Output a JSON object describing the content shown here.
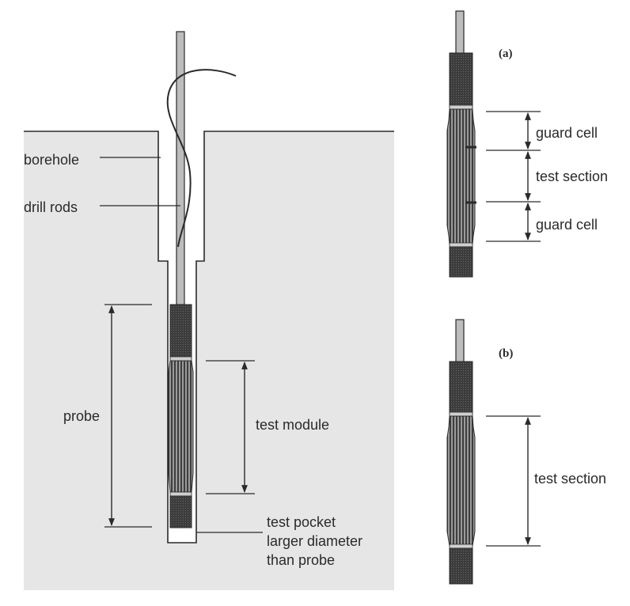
{
  "main_figure": {
    "labels": {
      "borehole": "borehole",
      "drill_rods": "drill rods",
      "probe": "probe",
      "test_module": "test module",
      "test_pocket_line1": "test pocket",
      "test_pocket_line2": "larger diameter",
      "test_pocket_line3": "than probe"
    }
  },
  "probe_a": {
    "tag": "(a)",
    "labels": {
      "guard_cell_top": "guard cell",
      "test_section": "test section",
      "guard_cell_bottom": "guard cell"
    }
  },
  "probe_b": {
    "tag": "(b)",
    "labels": {
      "test_section": "test section"
    }
  },
  "colors": {
    "ground": "#e6e6e6",
    "line": "#2a2a2a",
    "probe_dark": "#4a4a4a",
    "rod": "#bdbdbd"
  }
}
